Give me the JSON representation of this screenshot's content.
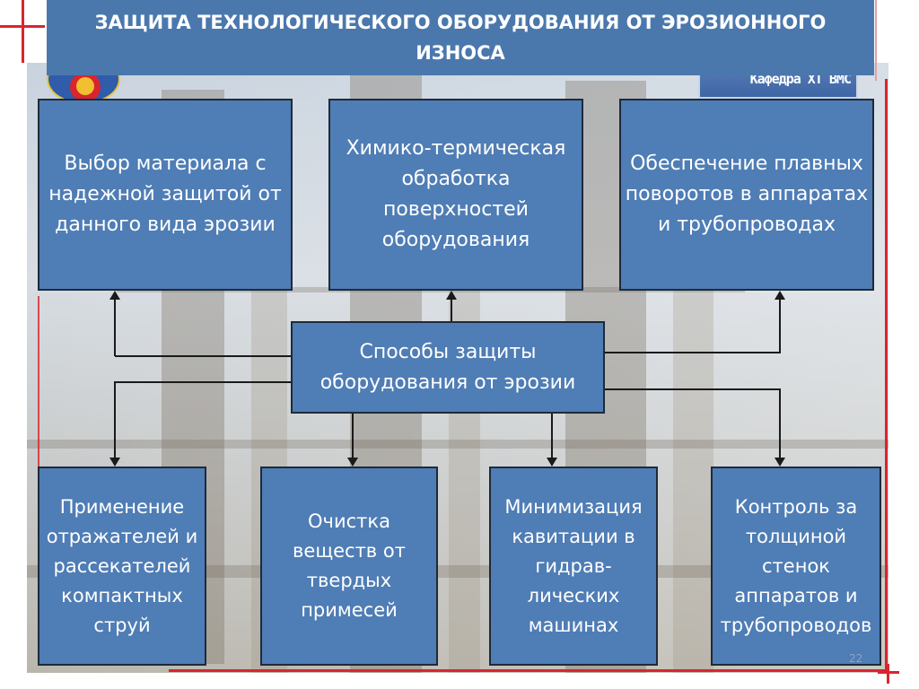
{
  "title": "ЗАЩИТА ТЕХНОЛОГИЧЕСКОГО ОБОРУДОВАНИЯ ОТ ЭРОЗИОННОГО ИЗНОСА",
  "logo_right_text": "Кафедра ХТ ВМС",
  "center": "Способы защиты оборудования от эрозии",
  "top_boxes": [
    "Выбор материала с надежной защитой от данного вида эрозии",
    "Химико-термическая обработка поверхностей оборудования",
    "Обеспечение плавных поворотов в аппаратах и трубопроводах"
  ],
  "bottom_boxes": [
    "Применение отражателей и рассекателей компактных струй",
    "Очистка веществ от твердых примесей",
    "Минимизация кавитации в гидрав-лических машинах",
    "Контроль за толщиной стенок аппаратов и трубопроводов"
  ],
  "page_number": "22",
  "colors": {
    "box_fill": "#4f7db5",
    "title_fill": "#4a78ad",
    "frame_red": "#d9252e"
  }
}
